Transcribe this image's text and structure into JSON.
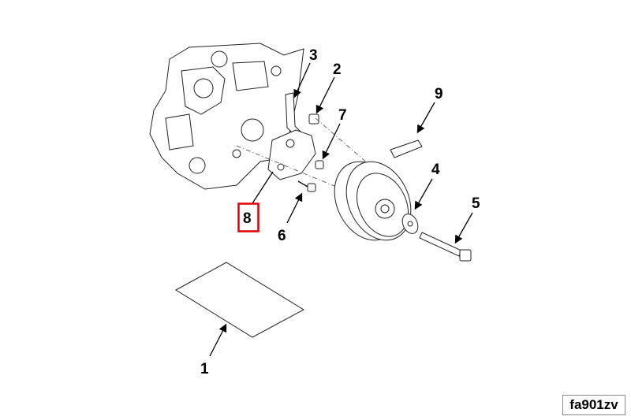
{
  "diagram": {
    "callouts": {
      "c1": "1",
      "c2": "2",
      "c3": "3",
      "c4": "4",
      "c5": "5",
      "c6": "6",
      "c7": "7",
      "c8": "8",
      "c9": "9"
    },
    "highlighted_callout": "8",
    "highlight_color": "#e00000",
    "figure_id": "fa901zv"
  }
}
